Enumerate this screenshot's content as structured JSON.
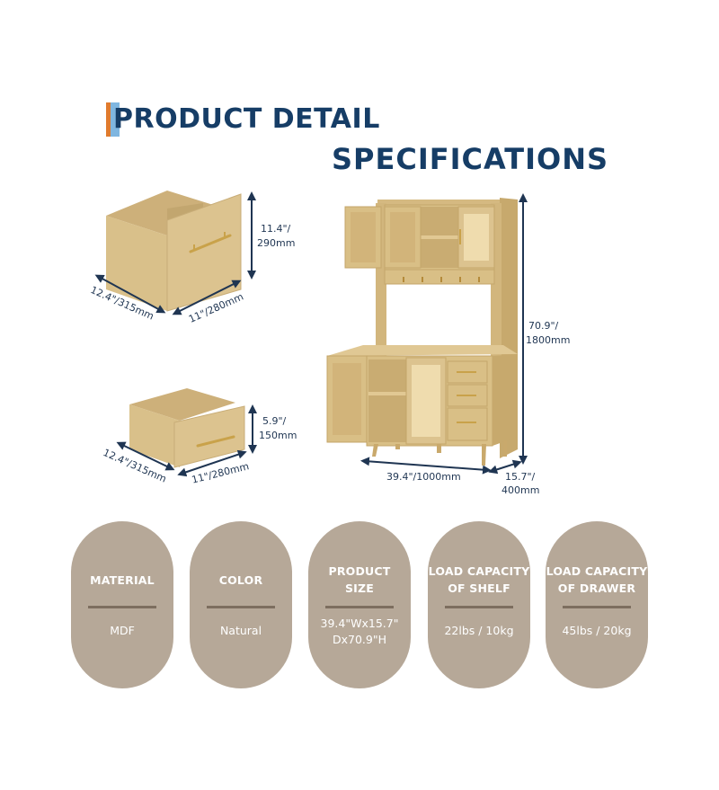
{
  "header": {
    "title": "PRODUCT DETAIL",
    "subtitle": "SPECIFICATIONS",
    "accent_colors": {
      "orange": "#e07b2e",
      "blue": "#7fb6e0",
      "text": "#163d66"
    }
  },
  "illustrations": {
    "large_drawer": {
      "height": "11.4\"/",
      "height_mm": "290mm",
      "depth": "12.4\"/315mm",
      "width": "11\"/280mm"
    },
    "small_drawer": {
      "height": "5.9\"/",
      "height_mm": "150mm",
      "depth": "12.4\"/315mm",
      "width": "11\"/280mm"
    },
    "cabinet": {
      "height": "70.9\"/",
      "height_mm": "1800mm",
      "width": "39.4\"/1000mm",
      "depth": "15.7\"/",
      "depth_mm": "400mm"
    }
  },
  "specs": [
    {
      "label_lines": [
        "MATERIAL"
      ],
      "value_lines": [
        "MDF"
      ]
    },
    {
      "label_lines": [
        "COLOR"
      ],
      "value_lines": [
        "Natural"
      ]
    },
    {
      "label_lines": [
        "PRODUCT",
        "SIZE"
      ],
      "value_lines": [
        "39.4\"Wx15.7\"",
        "Dx70.9\"H"
      ]
    },
    {
      "label_lines": [
        "LOAD CAPACITY",
        "OF SHELF"
      ],
      "value_lines": [
        "22lbs / 10kg"
      ]
    },
    {
      "label_lines": [
        "LOAD CAPACITY",
        "OF DRAWER"
      ],
      "value_lines": [
        "45lbs / 20kg"
      ]
    }
  ],
  "colors": {
    "pill_bg": "#b6a898",
    "pill_divider": "#7d6e5f",
    "wood": "#d9bf86",
    "wood_dark": "#c4a66a",
    "dim_arrow": "#1f3552"
  }
}
